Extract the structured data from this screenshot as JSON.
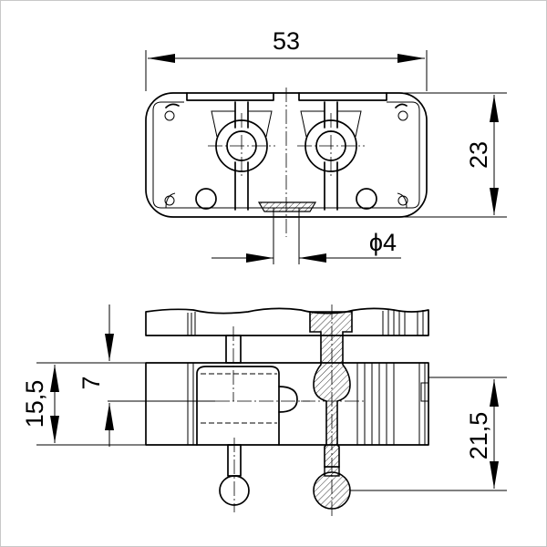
{
  "drawing": {
    "top_view": {
      "width_label": "53",
      "height_label": "23",
      "hole_label": "ϕ4"
    },
    "side_view": {
      "height_label": "15,5",
      "pin_label": "7",
      "length_label": "21,5"
    }
  },
  "colors": {
    "line": "#000000",
    "border": "#c8c8c8",
    "background": "#ffffff"
  }
}
